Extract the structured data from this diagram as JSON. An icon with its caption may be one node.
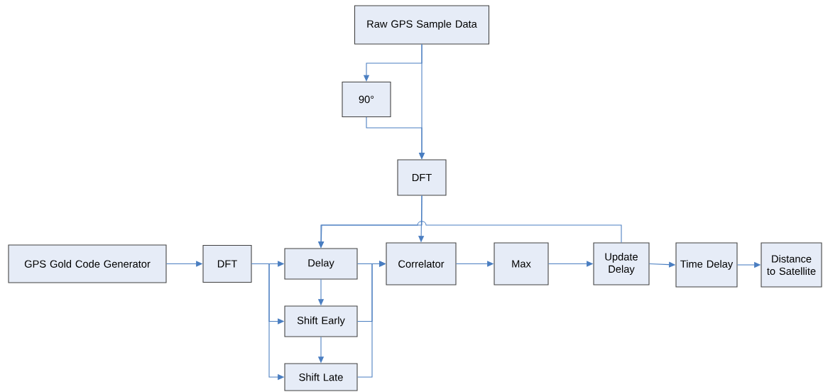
{
  "diagram": {
    "nodes": [
      {
        "text": [
          "Raw GPS Sample Data"
        ]
      },
      {
        "text": [
          "90°"
        ]
      },
      {
        "text": [
          "DFT"
        ]
      },
      {
        "text": [
          "GPS Gold Code Generator"
        ]
      },
      {
        "text": [
          "DFT"
        ]
      },
      {
        "text": [
          "Delay"
        ]
      },
      {
        "text": [
          "Shift Early"
        ]
      },
      {
        "text": [
          "Shift Late"
        ]
      },
      {
        "text": [
          "Correlator"
        ]
      },
      {
        "text": [
          "Max"
        ]
      },
      {
        "text": [
          "Update Delay"
        ]
      },
      {
        "text": [
          "Time Delay"
        ]
      },
      {
        "text": [
          "Distance to Satellite"
        ]
      }
    ],
    "edges": [
      {
        "from": 0,
        "to": 1,
        "arrow": "to"
      },
      {
        "from": 0,
        "to": 2,
        "arrow": "to"
      },
      {
        "from": 1,
        "to": 2,
        "arrow": "to"
      },
      {
        "from": 2,
        "to": 5,
        "arrow": "to"
      },
      {
        "from": 2,
        "to": 8,
        "arrow": "to"
      },
      {
        "from": 10,
        "to": 5,
        "arrow": "to"
      },
      {
        "from": 3,
        "to": 4,
        "arrow": "to"
      },
      {
        "from": 4,
        "to": 5,
        "arrow": "to"
      },
      {
        "from": 4,
        "to": 6,
        "arrow": "to"
      },
      {
        "from": 4,
        "to": 7,
        "arrow": "to"
      },
      {
        "from": 5,
        "to": 6,
        "arrow": "to"
      },
      {
        "from": 6,
        "to": 7,
        "arrow": "to"
      },
      {
        "from": 5,
        "to": 8,
        "arrow": "to"
      },
      {
        "from": 6,
        "to": 8,
        "arrow": "to"
      },
      {
        "from": 7,
        "to": 8,
        "arrow": "to"
      },
      {
        "from": 8,
        "to": 9,
        "arrow": "to"
      },
      {
        "from": 9,
        "to": 10,
        "arrow": "to"
      },
      {
        "from": 10,
        "to": 11,
        "arrow": "to"
      },
      {
        "from": 11,
        "to": 12,
        "arrow": "to"
      }
    ]
  }
}
